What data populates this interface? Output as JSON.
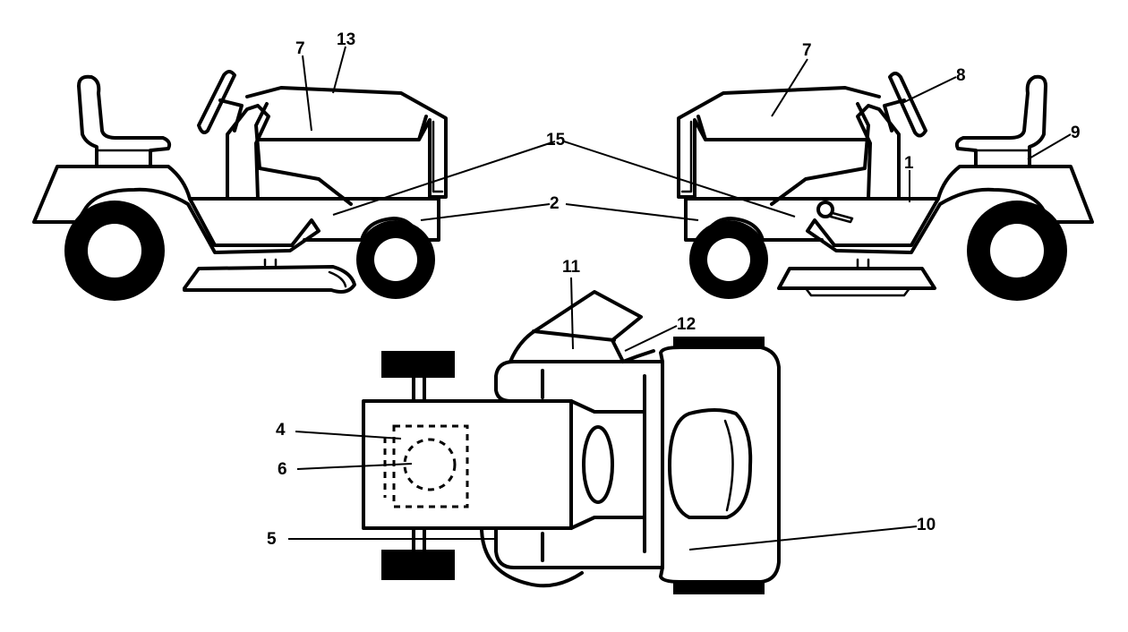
{
  "callouts": {
    "c1": "1",
    "c2": "2",
    "c4": "4",
    "c5": "5",
    "c6": "6",
    "c7_left": "7",
    "c7_right": "7",
    "c8": "8",
    "c9": "9",
    "c10": "10",
    "c11": "11",
    "c12": "12",
    "c13": "13",
    "c15": "15"
  },
  "colors": {
    "line": "#000000",
    "background": "#ffffff"
  }
}
